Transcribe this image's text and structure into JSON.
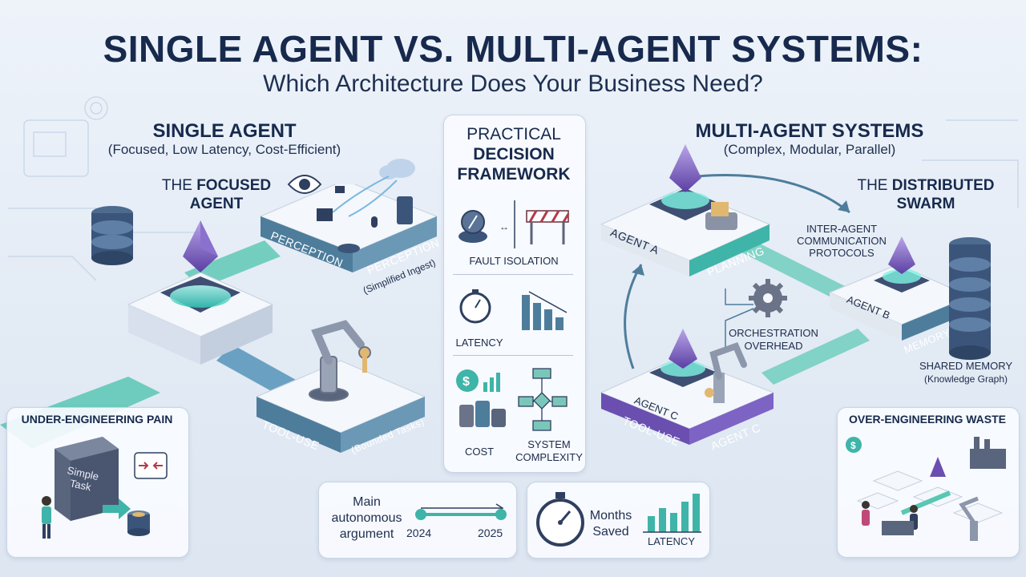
{
  "title": "SINGLE AGENT VS. MULTI-AGENT SYSTEMS:",
  "subtitle": "Which Architecture Does Your Business Need?",
  "single": {
    "heading": "SINGLE AGENT",
    "sub": "(Focused, Low Latency, Cost-Efficient)",
    "focused_pre": "THE ",
    "focused_bold": "FOCUSED",
    "focused_line2": "AGENT",
    "perception_label": "PERCEPTION",
    "perception_label2": "PERCEPTION",
    "perception_note": "(Simplified Ingest)",
    "tooluse_label": "TOOL-USE",
    "tooluse_note": "(Bounded Tasks)"
  },
  "framework": {
    "line1": "PRACTICAL",
    "line2": "DECISION",
    "line3": "FRAMEWORK",
    "fault": "FAULT ISOLATION",
    "latency": "LATENCY",
    "cost": "COST",
    "complexity_1": "SYSTEM",
    "complexity_2": "COMPLEXITY"
  },
  "multi": {
    "heading": "MULTI-AGENT SYSTEMS",
    "sub": "(Complex, Modular, Parallel)",
    "swarm_pre": "THE ",
    "swarm_bold": "DISTRIBUTED",
    "swarm_line2": "SWARM",
    "agent_a": "AGENT A",
    "planning": "PLANNING",
    "inter_1": "INTER-AGENT",
    "inter_2": "COMMUNICATION",
    "inter_3": "PROTOCOLS",
    "agent_b": "AGENT B",
    "memory": "MEMORY",
    "orch_1": "ORCHESTRATION",
    "orch_2": "OVERHEAD",
    "shared_1": "SHARED MEMORY",
    "shared_2": "(Knowledge Graph)",
    "agent_c": "AGENT C",
    "agent_c2": "AGENT C",
    "tooluse": "TOOL-USE"
  },
  "under": {
    "title": "UNDER-ENGINEERING PAIN",
    "task_1": "Simple",
    "task_2": "Task"
  },
  "over": {
    "title": "OVER-ENGINEERING WASTE"
  },
  "timeline": {
    "line1": "Main",
    "line2": "autonomous",
    "line3": "argument",
    "year_start": "2024",
    "year_end": "2025"
  },
  "months": {
    "line1": "Months",
    "line2": "Saved",
    "latency": "LATENCY"
  },
  "colors": {
    "navy": "#172a4d",
    "teal": "#3fb4a8",
    "slate_blue": "#4e7d9c",
    "purple": "#6a4fb0",
    "glow": "#7ff2e2"
  }
}
